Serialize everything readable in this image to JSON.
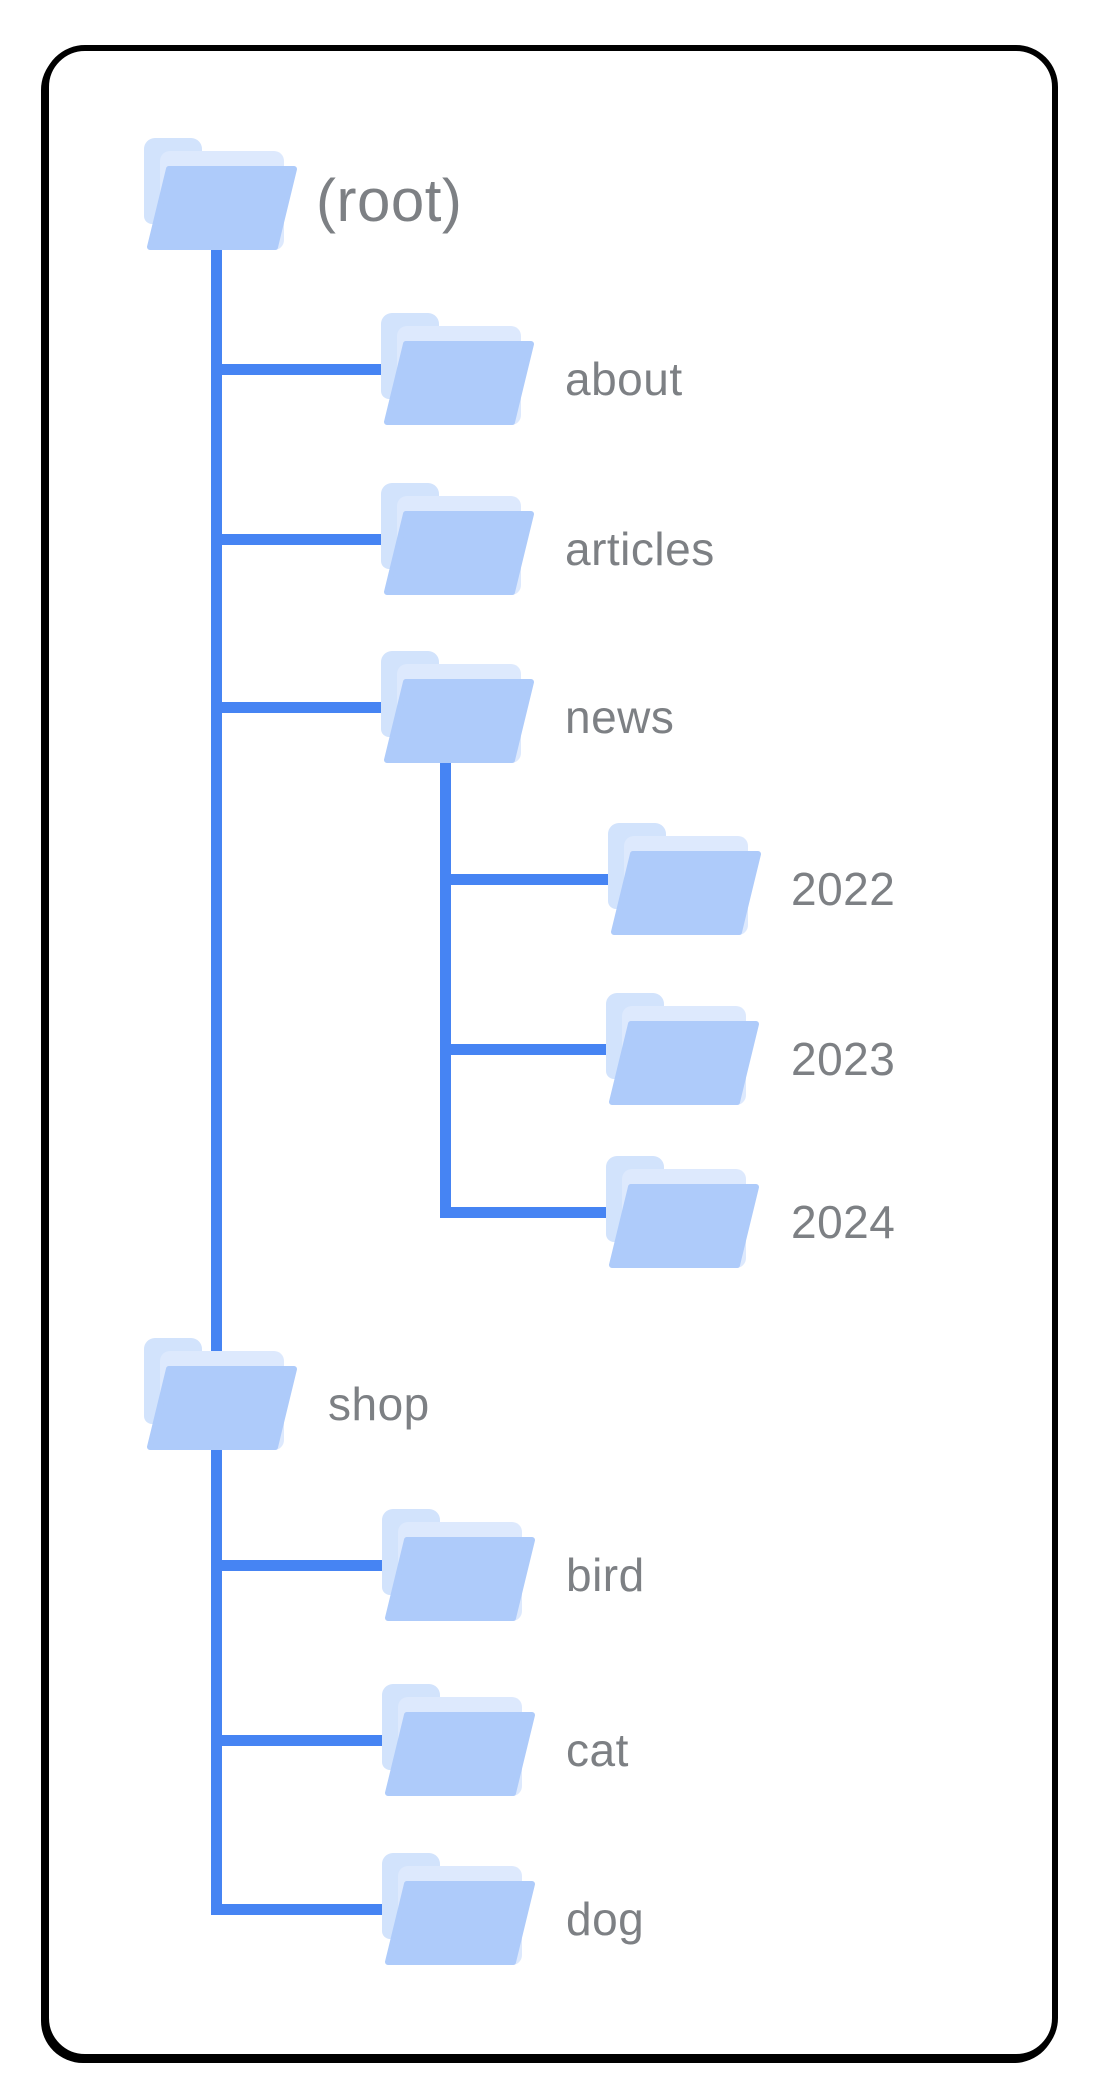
{
  "diagram": {
    "description": "Folder tree diagram of a website's URL structure inside a rounded black-bordered card",
    "colors": {
      "connector_line": "#4684f3",
      "folder_front": "#aecbfa",
      "folder_back": "#d2e3fc",
      "folder_sheet": "#dde9fd",
      "label_text": "#7d8084",
      "card_border": "#000000",
      "card_background": "#ffffff",
      "page_background": "#ffffff"
    },
    "tree": {
      "labels": {
        "root": "(root)",
        "about": "about",
        "articles": "articles",
        "news": "news",
        "y2022": "2022",
        "y2023": "2023",
        "y2024": "2024",
        "shop": "shop",
        "bird": "bird",
        "cat": "cat",
        "dog": "dog"
      },
      "hierarchy": {
        "(root)": [
          "about",
          "articles",
          "news",
          "shop"
        ],
        "news": [
          "2022",
          "2023",
          "2024"
        ],
        "shop": [
          "bird",
          "cat",
          "dog"
        ]
      }
    }
  }
}
